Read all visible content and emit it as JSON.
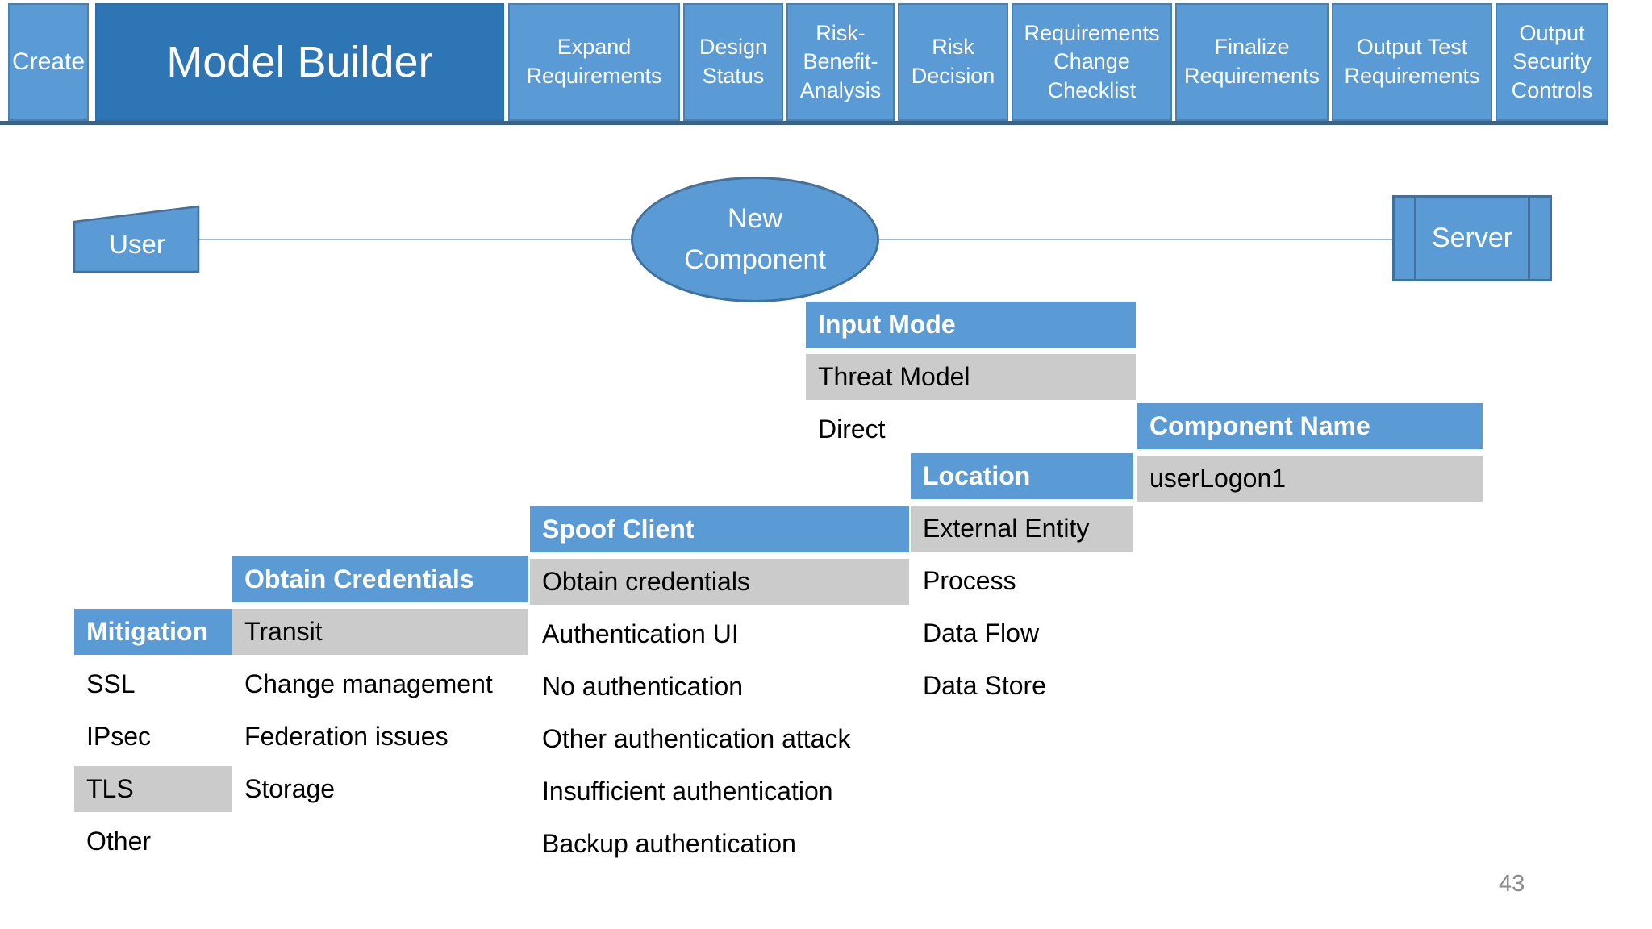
{
  "toolbar": {
    "create_label": "Create",
    "title": "Model Builder",
    "buttons": [
      "Expand Requirements",
      "Design Status",
      "Risk-Benefit-Analysis",
      "Risk Decision",
      "Requirements Change Checklist",
      "Finalize Requirements",
      "Output Test Requirements",
      "Output Security Controls"
    ]
  },
  "diagram": {
    "user_label": "User",
    "component_label": "New Component",
    "server_label": "Server"
  },
  "menus": [
    {
      "title": "Input Mode",
      "items": [
        {
          "label": "Threat Model",
          "selected": true
        },
        {
          "label": "Direct",
          "selected": false
        }
      ]
    },
    {
      "title": "Component Name",
      "items": [
        {
          "label": "userLogon1",
          "selected": true
        }
      ]
    },
    {
      "title": "Location",
      "items": [
        {
          "label": "External Entity",
          "selected": true
        },
        {
          "label": "Process",
          "selected": false
        },
        {
          "label": "Data Flow",
          "selected": false
        },
        {
          "label": "Data Store",
          "selected": false
        }
      ]
    },
    {
      "title": "Spoof Client",
      "items": [
        {
          "label": "Obtain credentials",
          "selected": true
        },
        {
          "label": "Authentication UI",
          "selected": false
        },
        {
          "label": "No authentication",
          "selected": false
        },
        {
          "label": "Other authentication attack",
          "selected": false
        },
        {
          "label": "Insufficient authentication",
          "selected": false
        },
        {
          "label": "Backup authentication",
          "selected": false
        }
      ]
    },
    {
      "title": "Obtain Credentials",
      "items": [
        {
          "label": "Transit",
          "selected": true
        },
        {
          "label": "Change management",
          "selected": false
        },
        {
          "label": "Federation issues",
          "selected": false
        },
        {
          "label": "Storage",
          "selected": false
        }
      ]
    },
    {
      "title": "Mitigation",
      "items": [
        {
          "label": "SSL",
          "selected": false
        },
        {
          "label": "IPsec",
          "selected": false
        },
        {
          "label": "TLS",
          "selected": true
        },
        {
          "label": "Other",
          "selected": false
        }
      ]
    }
  ],
  "page_number": "43",
  "colors": {
    "accent_blue": "#5B9BD5",
    "title_blue": "#2E75B6",
    "border_blue": "#41719C",
    "selected_gray": "#CBCBCB",
    "underline_navy": "#3C6182"
  }
}
